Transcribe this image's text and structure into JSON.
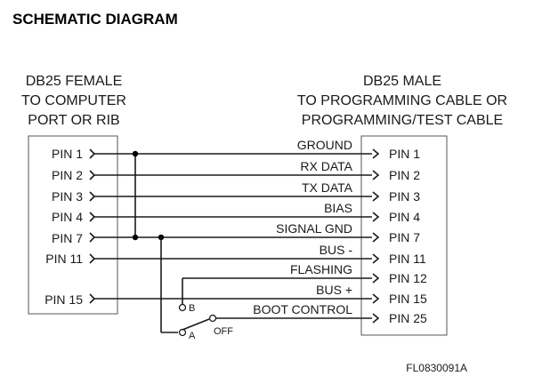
{
  "title": "SCHEMATIC DIAGRAM",
  "left_header": [
    "DB25 FEMALE",
    "TO COMPUTER",
    "PORT OR RIB"
  ],
  "right_header": [
    "DB25 MALE",
    "TO PROGRAMMING CABLE OR",
    "PROGRAMMING/TEST CABLE"
  ],
  "left_pins": [
    "PIN 1",
    "PIN 2",
    "PIN 3",
    "PIN 4",
    "PIN 7",
    "PIN 11",
    "PIN 15"
  ],
  "right_pins": [
    "PIN 1",
    "PIN 2",
    "PIN 3",
    "PIN 4",
    "PIN 7",
    "PIN 11",
    "PIN 12",
    "PIN 15",
    "PIN 25"
  ],
  "signals": [
    "GROUND",
    "RX DATA",
    "TX DATA",
    "BIAS",
    "SIGNAL GND",
    "BUS -",
    "FLASHING",
    "BUS +",
    "BOOT CONTROL"
  ],
  "switch_labels": {
    "b": "B",
    "a": "A",
    "off": "OFF"
  },
  "figure_code": "FL0830091A"
}
